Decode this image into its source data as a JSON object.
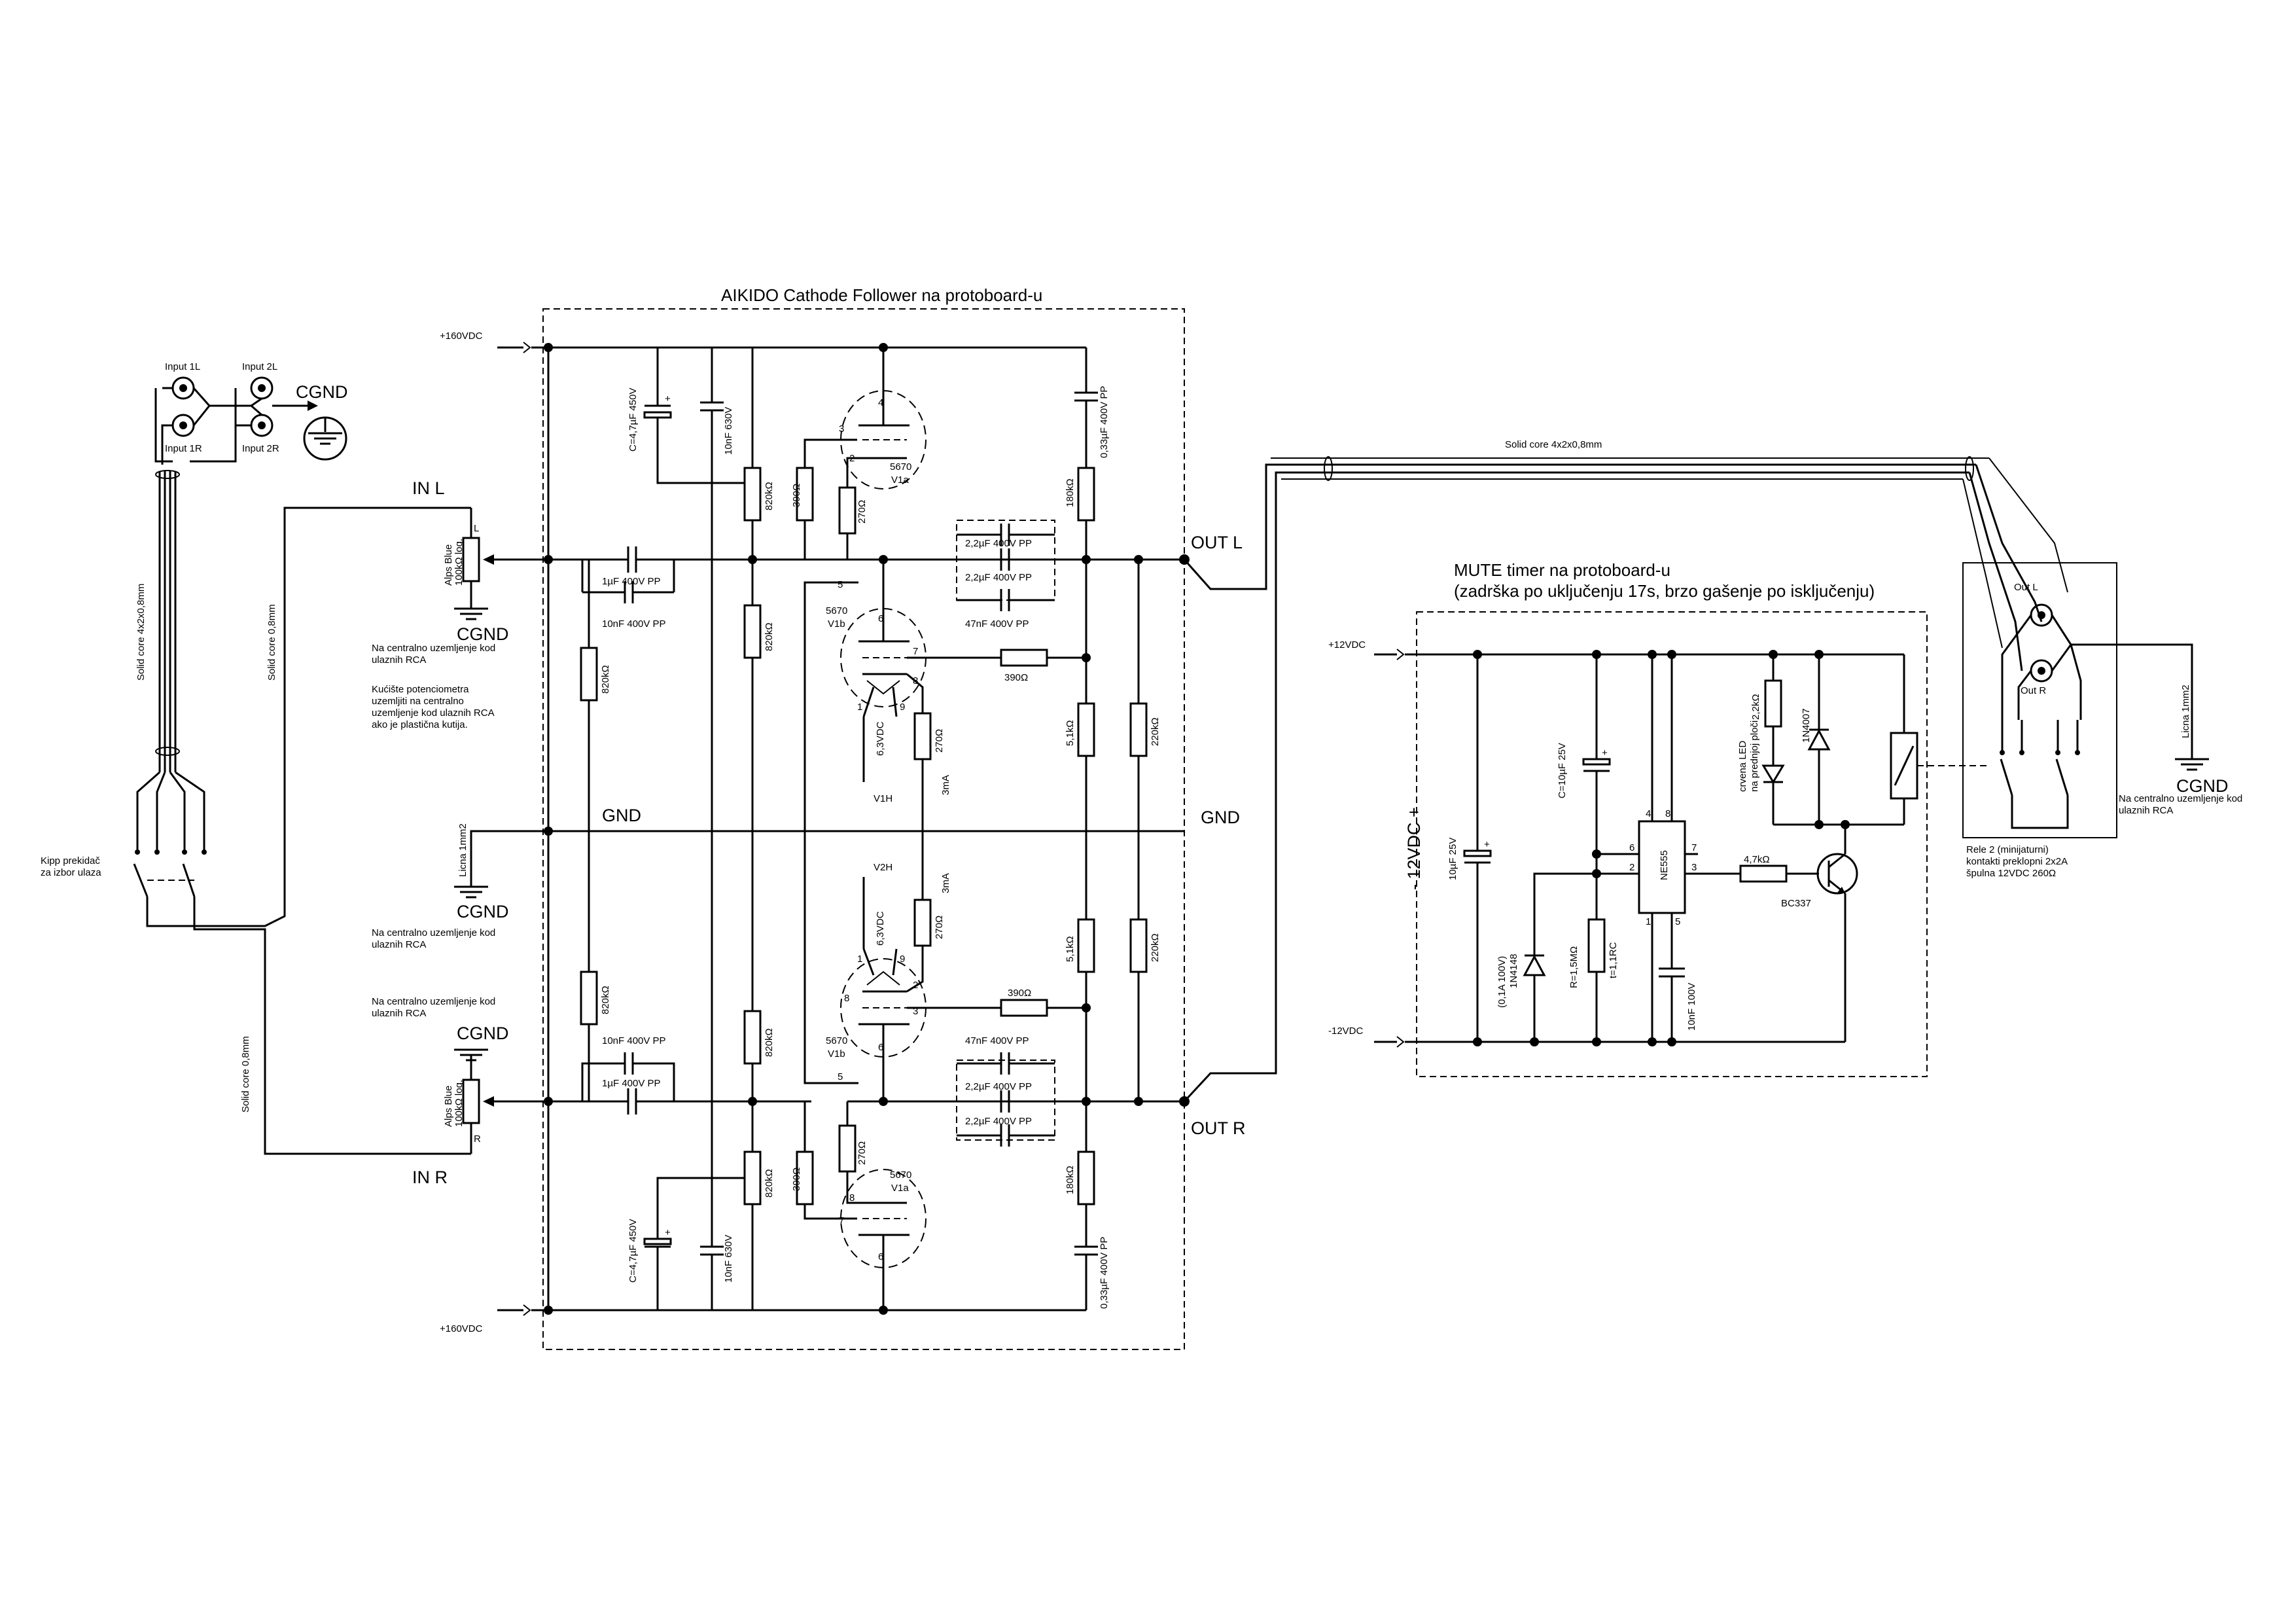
{
  "aikido": {
    "title": "AIKIDO Cathode Follower na protoboard-u",
    "supply_top": "+160VDC",
    "supply_bottom": "+160VDC",
    "in_l": "IN L",
    "in_r": "IN R",
    "out_l": "OUT L",
    "out_r": "OUT R",
    "gnd_left": "GND",
    "gnd_right": "GND",
    "cap_reservoir": "C=4,7µF 450V",
    "cap_bypass": "10nF 630V",
    "r820": "820kΩ",
    "r390": "390Ω",
    "r270": "270Ω",
    "r180": "180kΩ",
    "r51": "5,1kΩ",
    "r220": "220kΩ",
    "cap_033": "0,33µF 400V PP",
    "cap_22": "2,2µF 400V PP",
    "cap_47n": "47nF 400V PP",
    "cap_1u": "1µF 400V PP",
    "cap_10n": "10nF 400V PP",
    "tube": "5670",
    "v1a": "V1a",
    "v1b": "V1b",
    "v1h": "V1H",
    "v2h": "V2H",
    "heater": "6,3VDC",
    "current": "3mA",
    "pins": [
      "4",
      "3",
      "2",
      "5",
      "6",
      "7",
      "8",
      "9",
      "1"
    ],
    "pot": "Alps Blue\n100kΩ log.",
    "pot_l": "L",
    "pot_r": "R",
    "cgnd": "CGND",
    "licna": "Licna 1mm2",
    "note_gnd_1": "Na centralno uzemljenje kod",
    "note_gnd_2": "ulaznih RCA",
    "note_case_1": "Kućište potenciometra",
    "note_case_2": "uzemljiti na centralno",
    "note_case_3": "uzemljenje kod ulaznih RCA",
    "note_case_4": "ako je plastična kutija."
  },
  "inputs": {
    "input_1l": "Input 1L",
    "input_2l": "Input 2L",
    "input_1r": "Input 1R",
    "input_2r": "Input 2R",
    "cgnd": "CGND",
    "cable_4x2": "Solid core 4x2x0,8mm",
    "cable_08": "Solid core 0,8mm",
    "switch_1": "Kipp prekidač",
    "switch_2": "za izbor ulaza"
  },
  "mute": {
    "title_1": "MUTE timer na protoboard-u",
    "title_2": "(zadrška po uključenju 17s, brzo gašenje po isključenju)",
    "plus12": "+12VDC",
    "minus12": "-12VDC",
    "supply_big": "-   12VDC   +",
    "c10u": "10µF 25V",
    "c10u_b": "C=10µF 25V",
    "diode": "1N4148",
    "diode_note": "(0,1A 100V)",
    "r15": "R=1,5MΩ",
    "t_rc": "t=1,1RC",
    "ic": "NE555",
    "c10n": "10nF 100V",
    "r47": "4,7kΩ",
    "transistor": "BC337",
    "r22": "2,2kΩ",
    "led_1": "crvena LED",
    "led_2": "na prednjoj ploči",
    "d4007": "1N4007",
    "ic_pins": [
      "4",
      "8",
      "6",
      "2",
      "1",
      "5",
      "7",
      "3"
    ]
  },
  "relay": {
    "cable": "Solid core 4x2x0,8mm",
    "out_l": "Out L",
    "out_r": "Out R",
    "licna": "Licna 1mm2",
    "cgnd": "CGND",
    "note_1": "Na centralno uzemljenje kod",
    "note_2": "ulaznih RCA",
    "rele_1": "Rele 2  (minijaturni)",
    "rele_2": "kontakti preklopni  2x2A",
    "rele_3": "špulna 12VDC  260Ω"
  }
}
